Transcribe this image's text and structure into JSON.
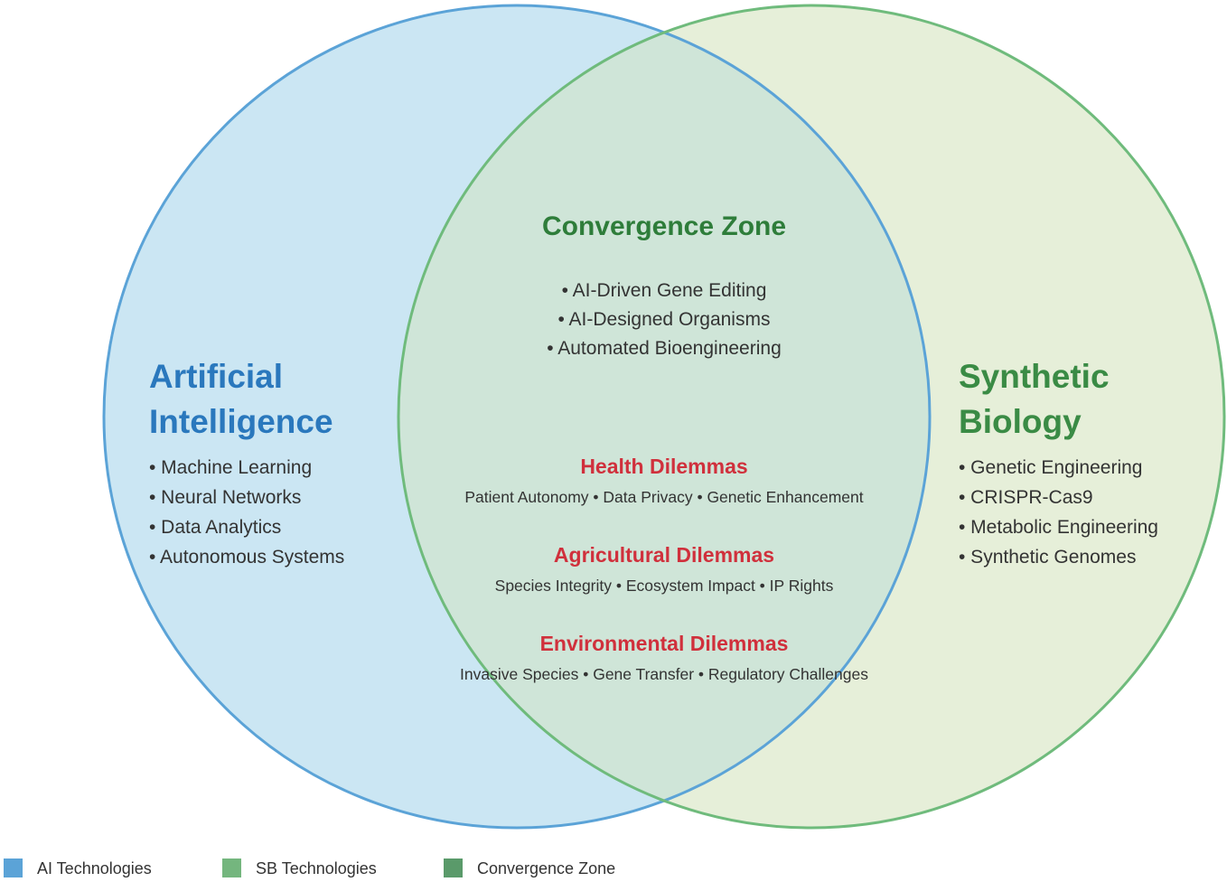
{
  "colors": {
    "ai_fill": "#cbe6f3",
    "ai_stroke": "#5ba3d7",
    "sb_fill": "#e6efd9",
    "sb_stroke": "#6fbb7c",
    "overlap_fill": "#cfe5d8",
    "ai_title": "#2a78bd",
    "sb_title": "#3a8b45",
    "convergence_title": "#2e7d3a",
    "dilemma_title": "#d0303c",
    "legend_ai": "#5ba3d7",
    "legend_sb": "#74b67e",
    "legend_convergence": "#5a9a6a"
  },
  "ai": {
    "title_line1": "Artificial",
    "title_line2": "Intelligence",
    "items": [
      "• Machine Learning",
      "• Neural Networks",
      "• Data Analytics",
      "• Autonomous Systems"
    ]
  },
  "sb": {
    "title_line1": "Synthetic",
    "title_line2": "Biology",
    "items": [
      "• Genetic Engineering",
      "• CRISPR-Cas9",
      "• Metabolic Engineering",
      "• Synthetic Genomes"
    ]
  },
  "convergence": {
    "title": "Convergence Zone",
    "items": [
      "• AI-Driven Gene Editing",
      "• AI-Designed Organisms",
      "• Automated Bioengineering"
    ]
  },
  "dilemmas": [
    {
      "title": "Health Dilemmas",
      "text": "Patient Autonomy • Data Privacy • Genetic Enhancement"
    },
    {
      "title": "Agricultural Dilemmas",
      "text": "Species Integrity • Ecosystem Impact • IP Rights"
    },
    {
      "title": "Environmental Dilemmas",
      "text": "Invasive Species • Gene Transfer • Regulatory Challenges"
    }
  ],
  "legend": [
    {
      "label": "AI Technologies",
      "color_key": "legend_ai"
    },
    {
      "label": "SB Technologies",
      "color_key": "legend_sb"
    },
    {
      "label": "Convergence Zone",
      "color_key": "legend_convergence"
    }
  ]
}
